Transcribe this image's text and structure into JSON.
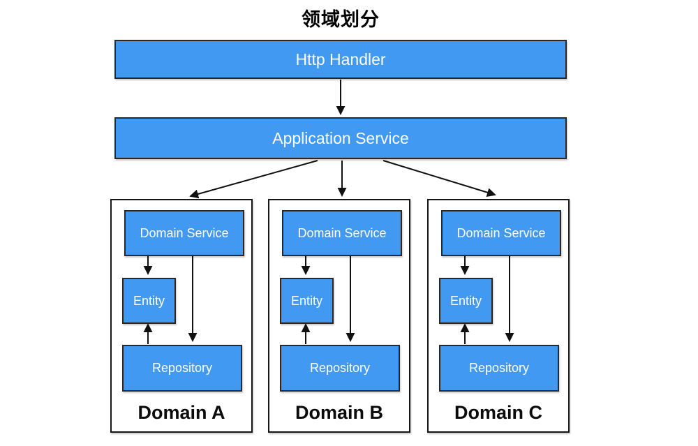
{
  "title": "领域划分",
  "layers": {
    "http_handler": "Http Handler",
    "application_service": "Application Service"
  },
  "domains": [
    {
      "label": "Domain A",
      "domain_service": "Domain Service",
      "entity": "Entity",
      "repository": "Repository"
    },
    {
      "label": "Domain B",
      "domain_service": "Domain Service",
      "entity": "Entity",
      "repository": "Repository"
    },
    {
      "label": "Domain C",
      "domain_service": "Domain Service",
      "entity": "Entity",
      "repository": "Repository"
    }
  ],
  "relations": [
    "Http Handler -> Application Service",
    "Application Service -> Domain A",
    "Application Service -> Domain B",
    "Application Service -> Domain C",
    "Domain Service -> Entity",
    "Domain Service -> Repository",
    "Repository -> Entity"
  ],
  "colors": {
    "box_fill": "#4299f2",
    "box_border": "#26282a",
    "container_border": "#161616",
    "arrow": "#111111",
    "text_on_blue": "#ffffff",
    "title_text": "#000000"
  }
}
